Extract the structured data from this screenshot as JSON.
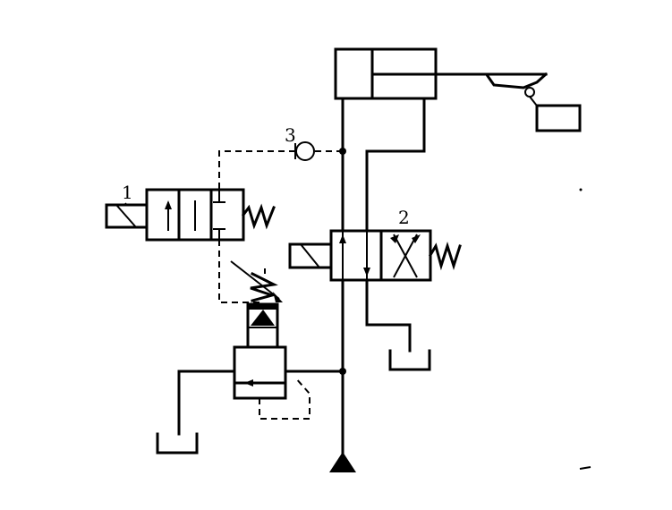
{
  "labels": {
    "valve_1": "1",
    "valve_2": "2",
    "check_valve_3": "3"
  },
  "colors": {
    "line": "#000000",
    "background": "#ffffff"
  }
}
